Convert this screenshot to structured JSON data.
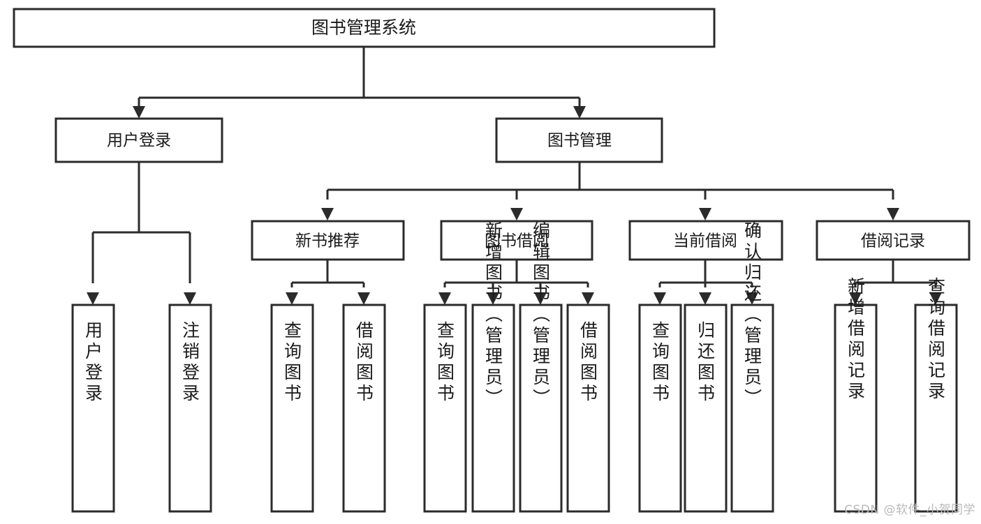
{
  "diagram": {
    "type": "tree",
    "title": "图书管理系统",
    "watermark": "CSDN @软件_小贺同学",
    "levels": {
      "root": {
        "label": "图书管理系统"
      },
      "level2": [
        {
          "label": "用户登录"
        },
        {
          "label": "图书管理"
        }
      ],
      "level3": [
        {
          "label": "新书推荐"
        },
        {
          "label": "图书借阅"
        },
        {
          "label": "当前借阅"
        },
        {
          "label": "借阅记录"
        }
      ]
    },
    "leaves": {
      "user_login": [
        {
          "label": "用户登录"
        },
        {
          "label": "注销登录"
        }
      ],
      "new_book_recommend": [
        {
          "label": "查询图书"
        },
        {
          "label": "借阅图书"
        }
      ],
      "book_borrow": [
        {
          "label": "查询图书"
        },
        {
          "label": "新增图书（管理员）"
        },
        {
          "label": "编辑图书（管理员）"
        },
        {
          "label": "借阅图书"
        }
      ],
      "current_borrow": [
        {
          "label": "查询图书"
        },
        {
          "label": "归还图书"
        },
        {
          "label": "确认归还（管理员）"
        }
      ],
      "borrow_record": [
        {
          "label": "新增借阅记录"
        },
        {
          "label": "查询借阅记录"
        }
      ]
    },
    "colors": {
      "stroke": "#2b2b2b",
      "fill": "#ffffff",
      "text": "#1a1a1a",
      "watermark": "#b9b9b9"
    }
  }
}
